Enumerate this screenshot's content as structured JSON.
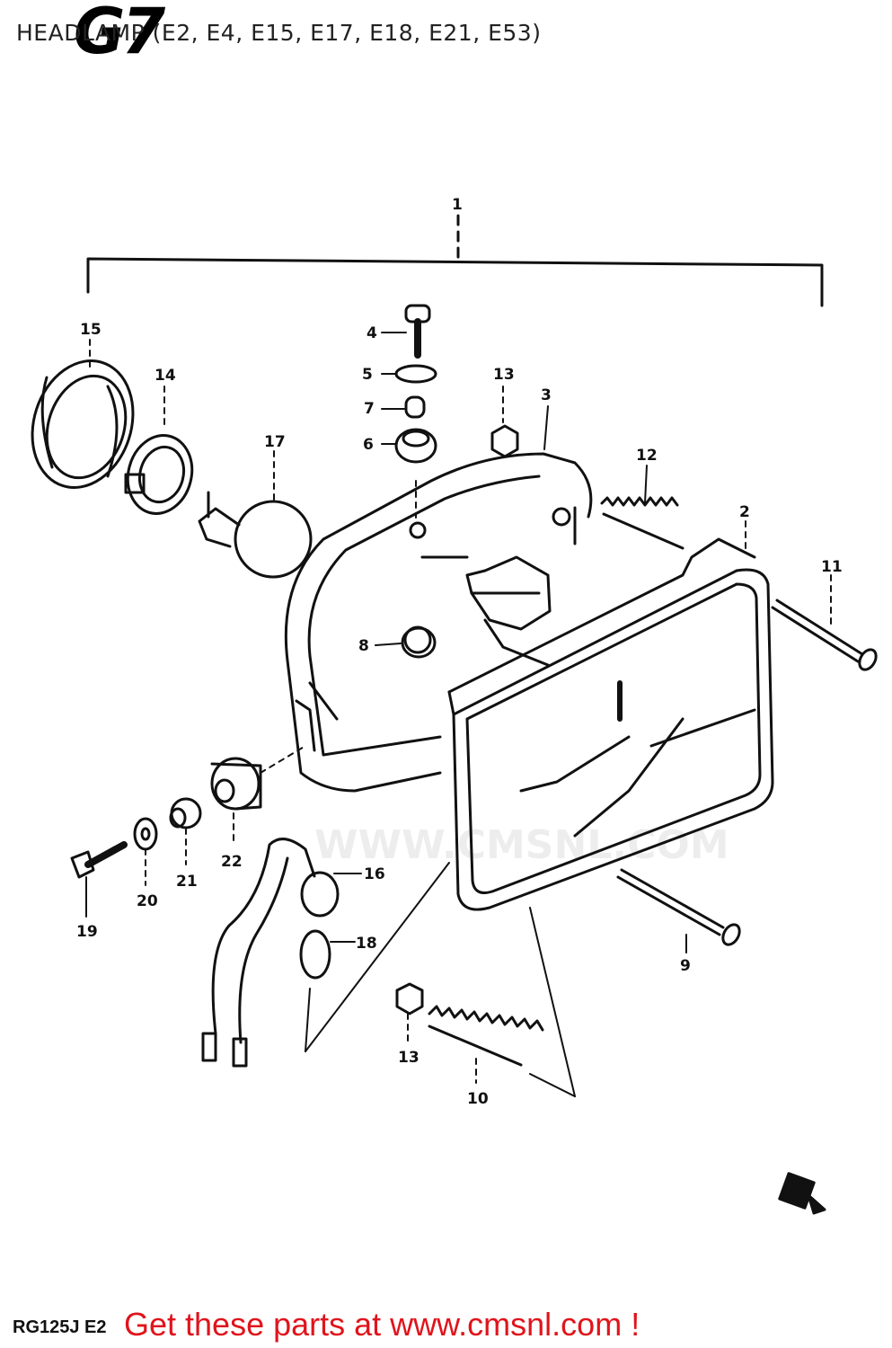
{
  "header": {
    "section_code": "G7",
    "title": "HEADLAMP (E2, E4, E15, E17, E18, E21, E53)"
  },
  "footer": {
    "model_code": "RG125J E2",
    "promo_text": "Get these parts at www.cmsnl.com !"
  },
  "watermark": {
    "text": "WWW.CMSNL.COM"
  },
  "callouts": {
    "c1": "1",
    "c2": "2",
    "c3": "3",
    "c4": "4",
    "c5": "5",
    "c6": "6",
    "c7": "7",
    "c8": "8",
    "c9": "9",
    "c10": "10",
    "c11": "11",
    "c12": "12",
    "c13a": "13",
    "c13b": "13",
    "c14": "14",
    "c15": "15",
    "c16": "16",
    "c17": "17",
    "c18": "18",
    "c19": "19",
    "c20": "20",
    "c21": "21",
    "c22": "22"
  }
}
